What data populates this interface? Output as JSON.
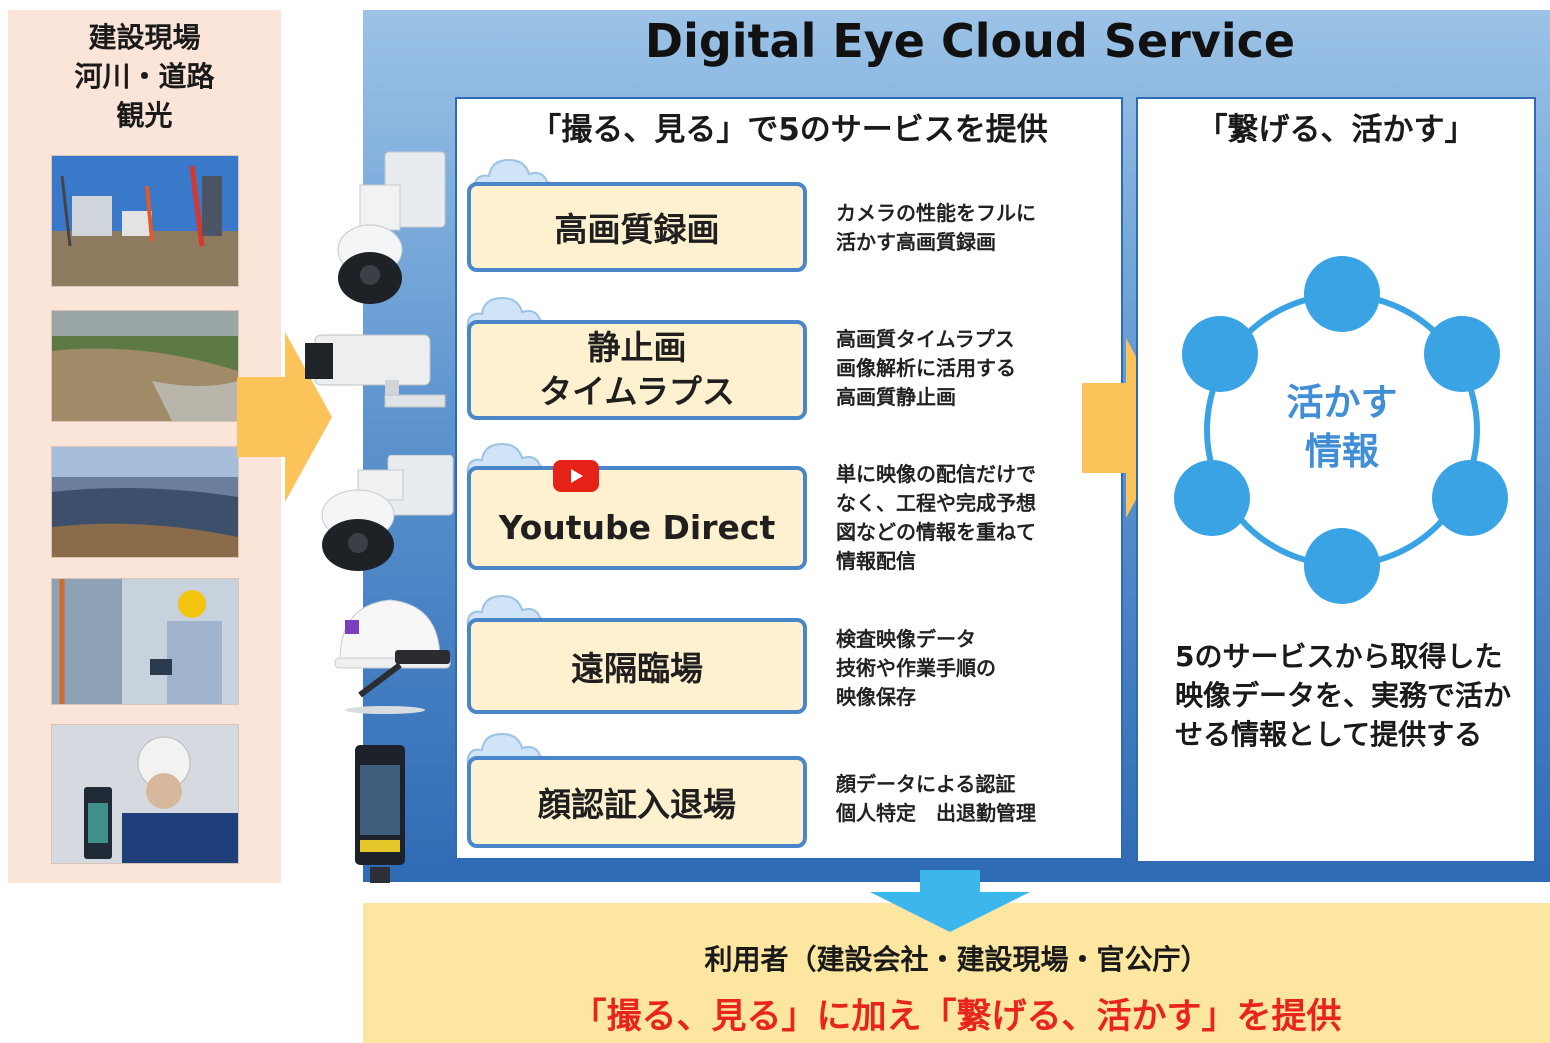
{
  "left": {
    "title": "建設現場\n河川・道路\n観光"
  },
  "main": {
    "title": "Digital Eye Cloud Service"
  },
  "services": {
    "title": "「撮る、見る」で5のサービスを提供",
    "items": [
      {
        "label": "高画質録画",
        "desc": "カメラの性能をフルに\n活かす高画質録画"
      },
      {
        "label": "静止画\nタイムラプス",
        "desc": "高画質タイムラプス\n画像解析に活用する\n高画質静止画"
      },
      {
        "label": "Youtube Direct",
        "desc": "単に映像の配信だけで\nなく、工程や完成予想\n図などの情報を重ねて\n情報配信"
      },
      {
        "label": "遠隔臨場",
        "desc": "検査映像データ\n技術や作業手順の\n映像保存"
      },
      {
        "label": "顔認証入退場",
        "desc": "顔データによる認証\n個人特定　出退勤管理"
      }
    ]
  },
  "link": {
    "title": "「繋げる、活かす」",
    "ring_label": "活かす\n情報",
    "desc": "5のサービスから取得した映像データを、実務で活かせる情報として提供する"
  },
  "bottom": {
    "sub": "利用者（建設会社・建設現場・官公庁）",
    "main": "「撮る、見る」に加え「繋げる、活かす」を提供"
  },
  "colors": {
    "accent_blue": "#2f6bb5",
    "ring_blue": "#3aa3e3",
    "arrow_orange": "#fcc35a",
    "down_arrow": "#3cb7ee",
    "emphasis_red": "#e8241d"
  }
}
